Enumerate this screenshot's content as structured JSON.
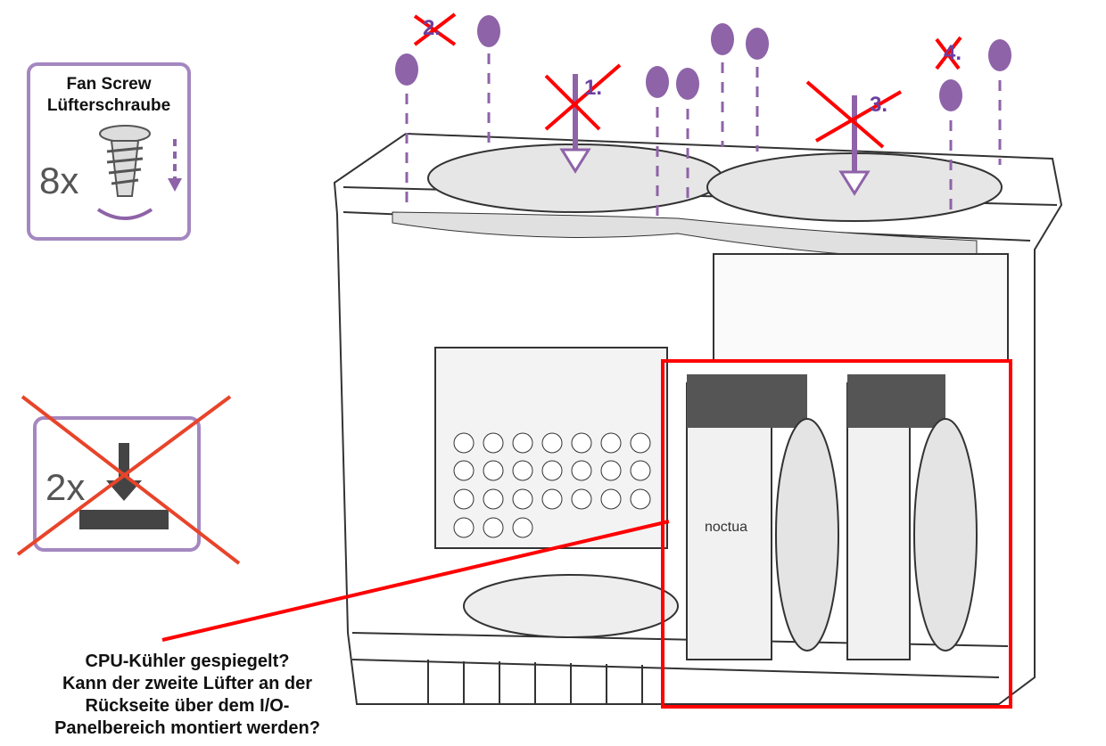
{
  "legend_fan_screw": {
    "title_en": "Fan Screw",
    "title_de": "Lüfterschraube",
    "count": "8x"
  },
  "legend_feet": {
    "count": "2x"
  },
  "steps": [
    "1.",
    "2.",
    "3.",
    "4."
  ],
  "cooler_brand": "noctua",
  "question": [
    "CPU-Kühler gespiegelt?",
    "Kann der zweite Lüfter an der",
    "Rückseite über dem I/O-",
    "Panelbereich montiert werden?"
  ],
  "colors": {
    "accent": "#8e63a8",
    "annotation": "#ff0000",
    "legend_border": "#a487c0"
  }
}
